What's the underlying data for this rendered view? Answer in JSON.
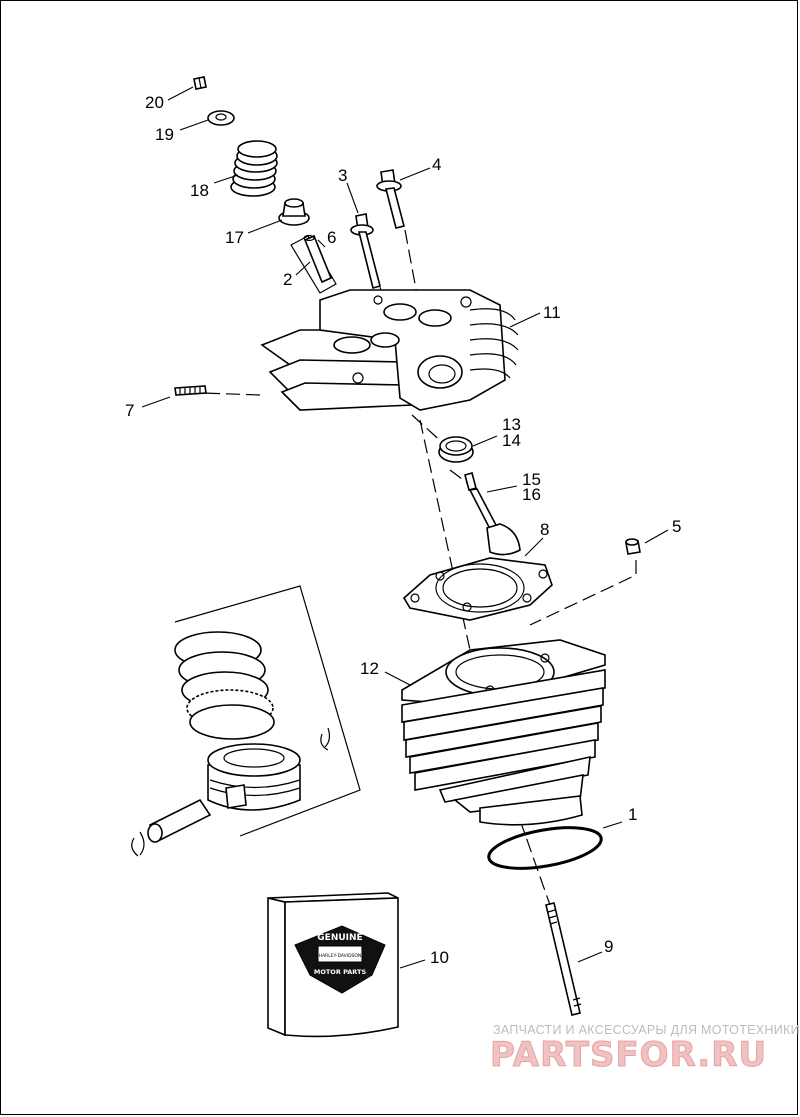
{
  "diagram": {
    "callouts": [
      {
        "id": "1",
        "label": "1"
      },
      {
        "id": "2",
        "label": "2"
      },
      {
        "id": "3",
        "label": "3"
      },
      {
        "id": "4",
        "label": "4"
      },
      {
        "id": "5",
        "label": "5"
      },
      {
        "id": "6",
        "label": "6"
      },
      {
        "id": "7",
        "label": "7"
      },
      {
        "id": "8",
        "label": "8"
      },
      {
        "id": "9",
        "label": "9"
      },
      {
        "id": "10",
        "label": "10"
      },
      {
        "id": "11",
        "label": "11"
      },
      {
        "id": "12",
        "label": "12"
      },
      {
        "id": "13",
        "label": "13"
      },
      {
        "id": "14",
        "label": "14"
      },
      {
        "id": "15",
        "label": "15"
      },
      {
        "id": "16",
        "label": "16"
      },
      {
        "id": "17",
        "label": "17"
      },
      {
        "id": "18",
        "label": "18"
      },
      {
        "id": "19",
        "label": "19"
      },
      {
        "id": "20",
        "label": "20"
      }
    ],
    "box_logo": {
      "line1": "GENUINE",
      "line2": "HARLEY-DAVIDSON",
      "line3": "MOTOR PARTS"
    }
  },
  "watermark": {
    "tagline": "ЗАПЧАСТИ И АКСЕССУАРЫ ДЛЯ МОТОТЕХНИКИ",
    "brand": "PARTSFOR.RU",
    "color": "#e8a0a0"
  }
}
